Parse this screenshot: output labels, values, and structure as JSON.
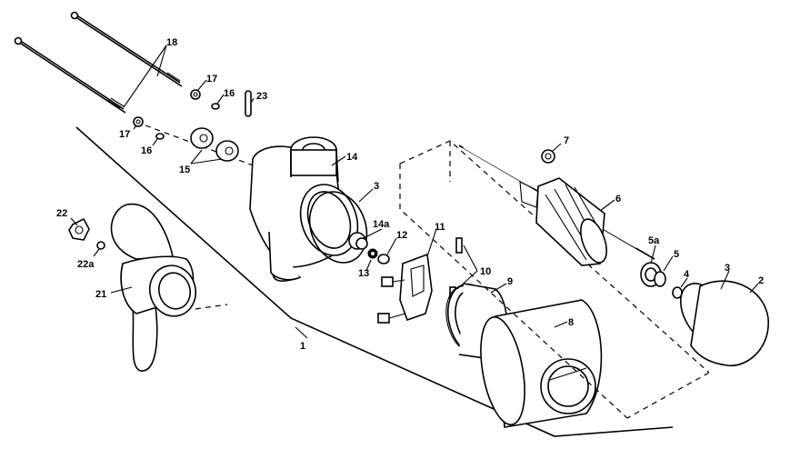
{
  "diagram": {
    "callouts": [
      {
        "id": "c1",
        "text": "1"
      },
      {
        "id": "c2",
        "text": "2"
      },
      {
        "id": "c3a",
        "text": "3"
      },
      {
        "id": "c3b",
        "text": "3"
      },
      {
        "id": "c4",
        "text": "4"
      },
      {
        "id": "c5",
        "text": "5"
      },
      {
        "id": "c5a",
        "text": "5a"
      },
      {
        "id": "c6",
        "text": "6"
      },
      {
        "id": "c7",
        "text": "7"
      },
      {
        "id": "c8",
        "text": "8"
      },
      {
        "id": "c9",
        "text": "9"
      },
      {
        "id": "c10",
        "text": "10"
      },
      {
        "id": "c11",
        "text": "11"
      },
      {
        "id": "c12",
        "text": "12"
      },
      {
        "id": "c13",
        "text": "13"
      },
      {
        "id": "c14",
        "text": "14"
      },
      {
        "id": "c14a",
        "text": "14a"
      },
      {
        "id": "c15",
        "text": "15"
      },
      {
        "id": "c16a",
        "text": "16"
      },
      {
        "id": "c16b",
        "text": "16"
      },
      {
        "id": "c17a",
        "text": "17"
      },
      {
        "id": "c17b",
        "text": "17"
      },
      {
        "id": "c18",
        "text": "18"
      },
      {
        "id": "c21",
        "text": "21"
      },
      {
        "id": "c22",
        "text": "22"
      },
      {
        "id": "c22a",
        "text": "22a"
      },
      {
        "id": "c23",
        "text": "23"
      }
    ]
  }
}
